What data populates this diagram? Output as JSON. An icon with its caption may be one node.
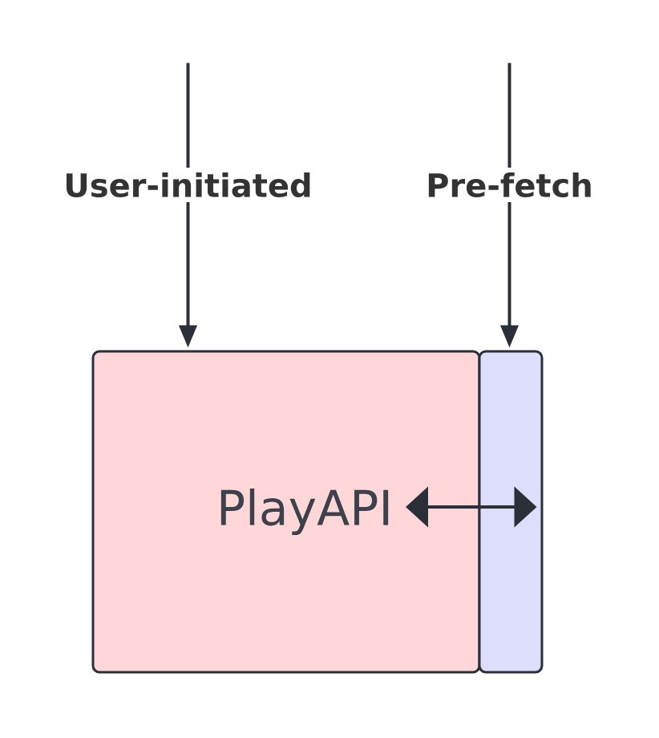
{
  "diagram": {
    "nodes": [
      {
        "text": [
          "PlayAPI"
        ]
      },
      {
        "text": [],
        "shape": "box"
      }
    ],
    "edges": [
      {
        "from": null,
        "to": 0,
        "arrow": "to",
        "label": "User-initiated"
      },
      {
        "from": null,
        "to": 1,
        "arrow": "to",
        "label": "Pre-fetch"
      },
      {
        "from": 0,
        "to": 1,
        "arrow": "both"
      }
    ]
  }
}
